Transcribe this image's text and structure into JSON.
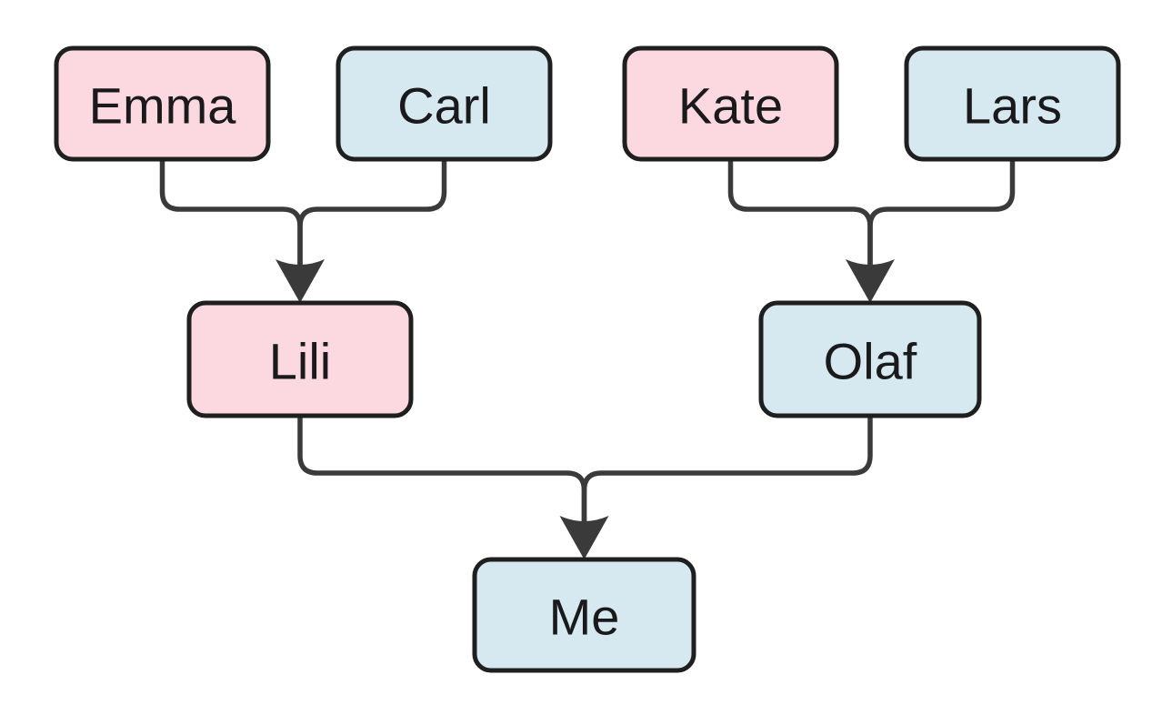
{
  "diagram": {
    "type": "family-tree-flowchart",
    "background": "#ffffff",
    "colors": {
      "pink_node_fill": "#fcd9e0",
      "blue_node_fill": "#d6e9f0",
      "node_border": "#1f1f1f",
      "edge_line": "#3a3a3a",
      "label_text": "#1a1a1c"
    },
    "nodes": [
      {
        "id": "emma",
        "label": "Emma",
        "fill": "#fcd9e0"
      },
      {
        "id": "carl",
        "label": "Carl",
        "fill": "#d6e9f0"
      },
      {
        "id": "kate",
        "label": "Kate",
        "fill": "#fcd9e0"
      },
      {
        "id": "lars",
        "label": "Lars",
        "fill": "#d6e9f0"
      },
      {
        "id": "lili",
        "label": "Lili",
        "fill": "#fcd9e0"
      },
      {
        "id": "olaf",
        "label": "Olaf",
        "fill": "#d6e9f0"
      },
      {
        "id": "me",
        "label": "Me",
        "fill": "#d6e9f0"
      }
    ],
    "edges": [
      {
        "from": "Emma",
        "to": "Lili"
      },
      {
        "from": "Carl",
        "to": "Lili"
      },
      {
        "from": "Kate",
        "to": "Olaf"
      },
      {
        "from": "Lars",
        "to": "Olaf"
      },
      {
        "from": "Lili",
        "to": "Me"
      },
      {
        "from": "Olaf",
        "to": "Me"
      }
    ]
  }
}
